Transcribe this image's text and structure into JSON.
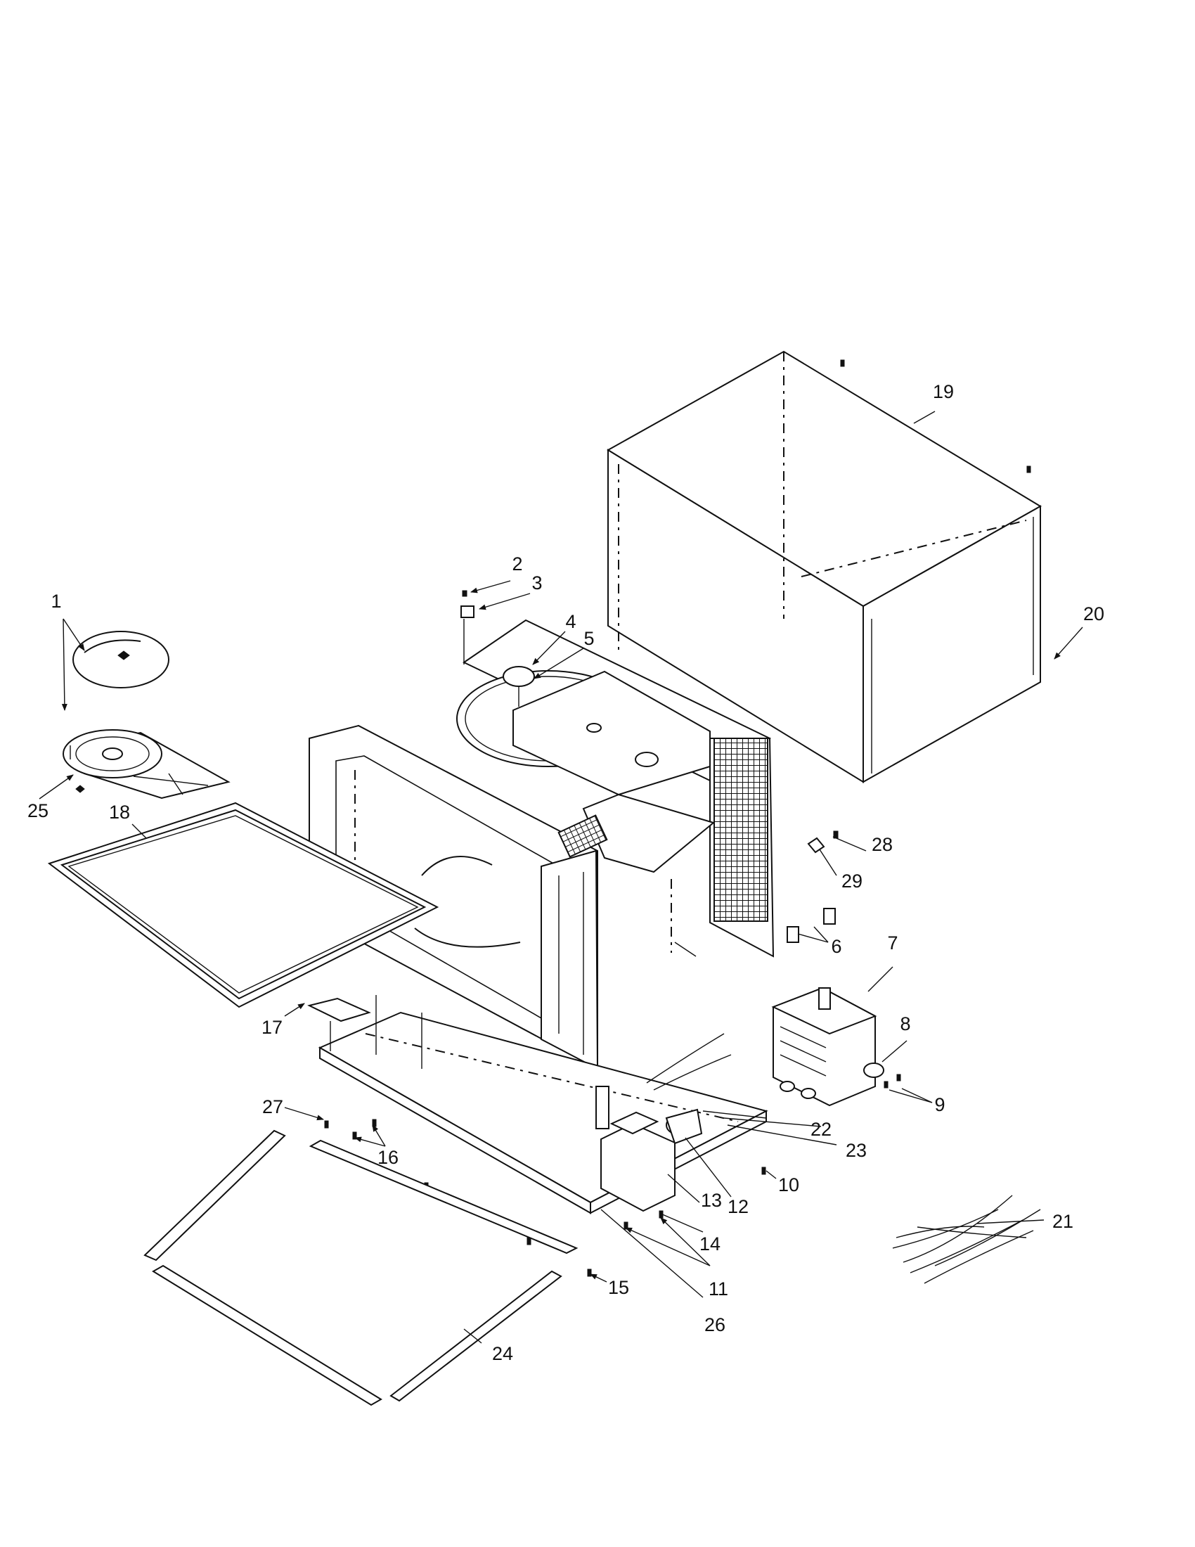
{
  "diagram": {
    "callouts": [
      {
        "id": "1",
        "label": "1"
      },
      {
        "id": "2",
        "label": "2"
      },
      {
        "id": "3",
        "label": "3"
      },
      {
        "id": "4",
        "label": "4"
      },
      {
        "id": "5",
        "label": "5"
      },
      {
        "id": "6",
        "label": "6"
      },
      {
        "id": "7",
        "label": "7"
      },
      {
        "id": "8",
        "label": "8"
      },
      {
        "id": "9",
        "label": "9"
      },
      {
        "id": "10",
        "label": "10"
      },
      {
        "id": "11",
        "label": "11"
      },
      {
        "id": "12",
        "label": "12"
      },
      {
        "id": "13",
        "label": "13"
      },
      {
        "id": "14",
        "label": "14"
      },
      {
        "id": "15",
        "label": "15"
      },
      {
        "id": "16",
        "label": "16"
      },
      {
        "id": "17",
        "label": "17"
      },
      {
        "id": "18",
        "label": "18"
      },
      {
        "id": "19",
        "label": "19"
      },
      {
        "id": "20",
        "label": "20"
      },
      {
        "id": "21",
        "label": "21"
      },
      {
        "id": "22",
        "label": "22"
      },
      {
        "id": "23",
        "label": "23"
      },
      {
        "id": "24",
        "label": "24"
      },
      {
        "id": "25",
        "label": "25"
      },
      {
        "id": "26",
        "label": "26"
      },
      {
        "id": "27",
        "label": "27"
      },
      {
        "id": "28",
        "label": "28"
      },
      {
        "id": "29",
        "label": "29"
      }
    ]
  }
}
